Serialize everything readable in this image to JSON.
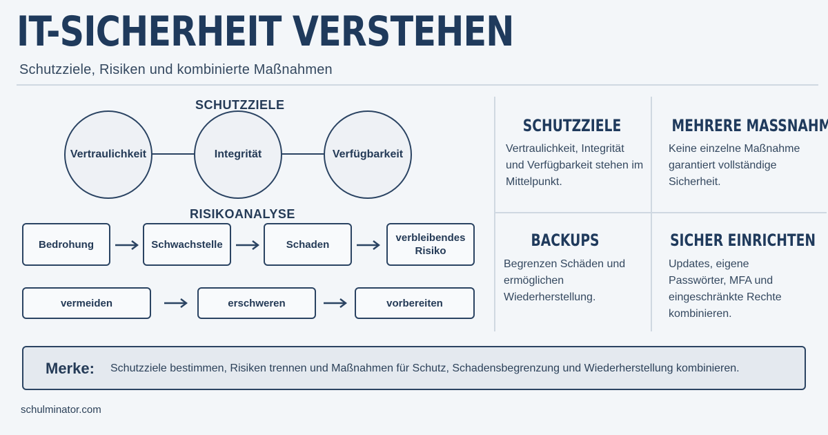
{
  "header": {
    "title": "IT-SICHERHEIT VERSTEHEN",
    "subtitle": "Schutzziele, Risiken und kombinierte Maßnahmen"
  },
  "diagram": {
    "schutzziele_heading": "SCHUTZZIELE",
    "circles": [
      "Vertraulichkeit",
      "Integrität",
      "Verfügbarkeit"
    ],
    "risiko_heading": "RISIKOANALYSE",
    "risk_chain": [
      "Bedrohung",
      "Schwachstelle",
      "Schaden",
      "verbleibendes Risiko"
    ],
    "action_chain": [
      "vermeiden",
      "erschweren",
      "vorbereiten"
    ]
  },
  "cards": [
    {
      "title": "SCHUTZZIELE",
      "text": "Vertraulichkeit, Integrität und Verfügbarkeit stehen im Mittelpunkt."
    },
    {
      "title": "MEHRERE MASSNAHMEN",
      "text": "Keine einzelne Maßnahme garantiert vollständige Sicherheit."
    },
    {
      "title": "BACKUPS",
      "text": "Begrenzen Schäden und ermöglichen Wiederherstellung."
    },
    {
      "title": "SICHER EINRICHTEN",
      "text": "Updates, eigene Passwörter, MFA und eingeschränkte Rechte kombinieren."
    }
  ],
  "merke": {
    "label": "Merke:",
    "text": "Schutzziele bestimmen, Risiken trennen und Maßnahmen für Schutz, Schadensbegrenzung und Wiederherstellung kombinieren."
  },
  "footer": "schulminator.com",
  "colors": {
    "primary": "#1f3a5c",
    "background": "#f3f6f9",
    "rule": "#cfd8e1"
  }
}
